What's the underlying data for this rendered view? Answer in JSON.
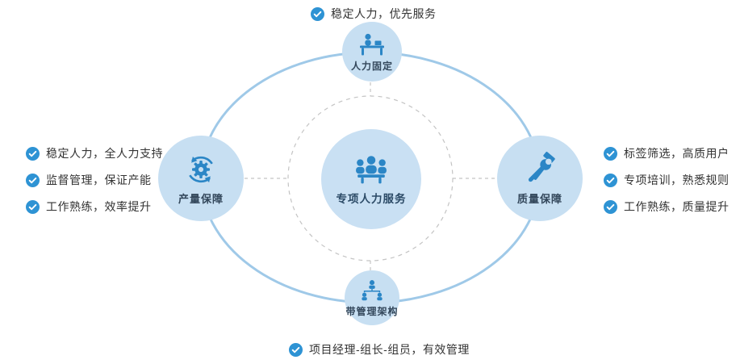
{
  "colors": {
    "accent_blue": "#2e93d4",
    "icon_blue": "#2b86c6",
    "node_fill": "#c7dff2",
    "center_fill": "#c9e0f3",
    "ellipse_stroke": "#9fc9e8",
    "dashed_gray": "#c4c4c4",
    "text_dark": "#333333",
    "label_dark": "#33475b"
  },
  "center": {
    "label": "专项人力服务",
    "icon": "team-podium-icon"
  },
  "nodes": {
    "top": {
      "label": "人力固定",
      "icon": "person-desk-icon"
    },
    "left": {
      "label": "产量保障",
      "icon": "gear-sync-icon"
    },
    "right": {
      "label": "质量保障",
      "icon": "tools-icon"
    },
    "bottom": {
      "label": "带管理架构",
      "icon": "org-structure-icon"
    }
  },
  "annotations": {
    "top": [
      "稳定人力，优先服务"
    ],
    "left": [
      "稳定人力，全人力支持",
      "监督管理，保证产能",
      "工作熟练，效率提升"
    ],
    "right": [
      "标签筛选，高质用户",
      "专项培训，熟悉规则",
      "工作熟练，质量提升"
    ],
    "bottom": [
      "项目经理-组长-组员，有效管理"
    ]
  }
}
